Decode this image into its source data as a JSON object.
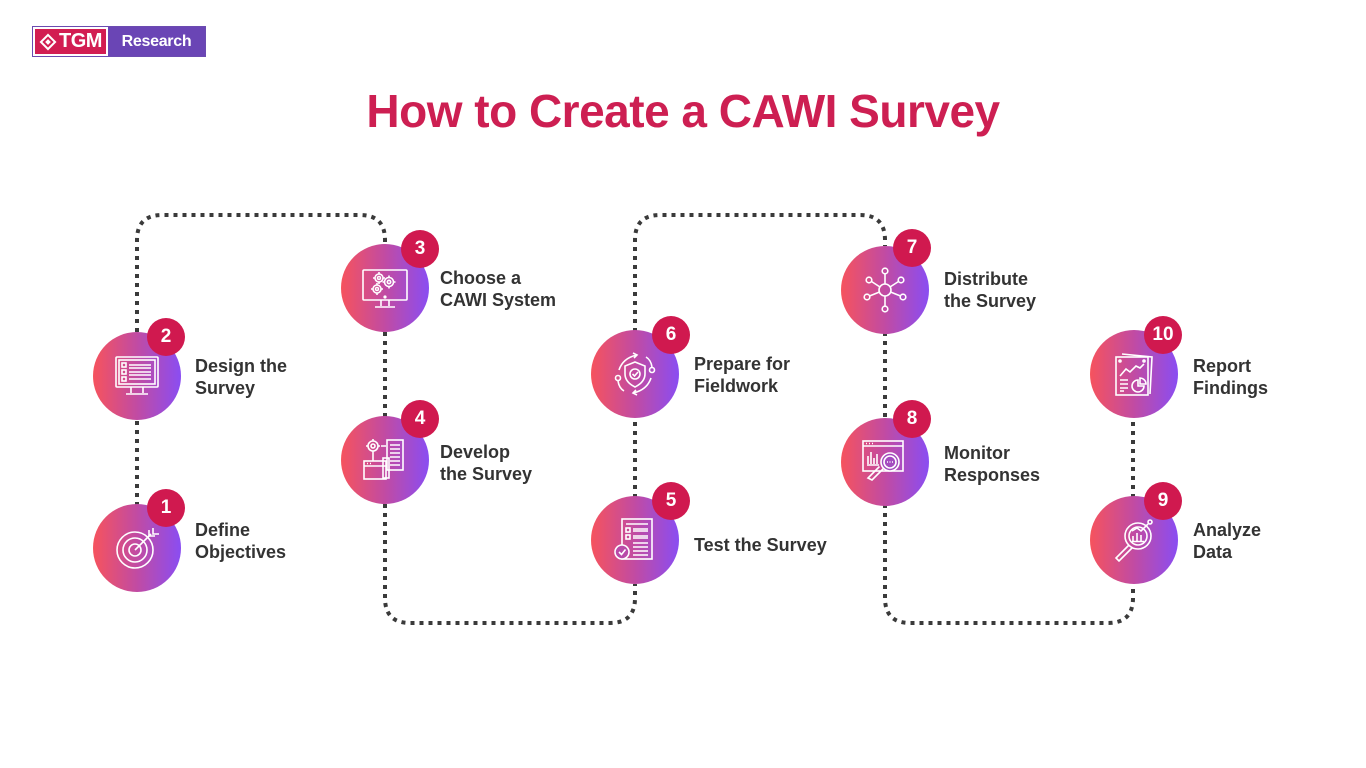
{
  "logo": {
    "left_text": "TGM",
    "right_text": "Research"
  },
  "title": "How to Create a CAWI Survey",
  "colors": {
    "title": "#cd1f52",
    "badge": "#d0194f",
    "gradient_start": "#f6535d",
    "gradient_end": "#8a4df2",
    "connector": "#3a3a3a",
    "label": "#333333"
  },
  "steps": [
    {
      "number": "1",
      "line1": "Define",
      "line2": "Objectives",
      "icon": "target-icon"
    },
    {
      "number": "2",
      "line1": "Design the",
      "line2": "Survey",
      "icon": "monitor-checklist-icon"
    },
    {
      "number": "3",
      "line1": "Choose a",
      "line2": "CAWI System",
      "icon": "monitor-gears-icon"
    },
    {
      "number": "4",
      "line1": "Develop",
      "line2": "the Survey",
      "icon": "development-icon"
    },
    {
      "number": "5",
      "line1": "Test the Survey",
      "line2": "",
      "icon": "document-check-icon"
    },
    {
      "number": "6",
      "line1": "Prepare for",
      "line2": "Fieldwork",
      "icon": "shield-cycle-icon"
    },
    {
      "number": "7",
      "line1": "Distribute",
      "line2": "the Survey",
      "icon": "network-hub-icon"
    },
    {
      "number": "8",
      "line1": "Monitor",
      "line2": "Responses",
      "icon": "monitor-search-icon"
    },
    {
      "number": "9",
      "line1": "Analyze",
      "line2": "Data",
      "icon": "magnifier-chart-icon"
    },
    {
      "number": "10",
      "line1": "Report",
      "line2": "Findings",
      "icon": "report-icon"
    }
  ]
}
